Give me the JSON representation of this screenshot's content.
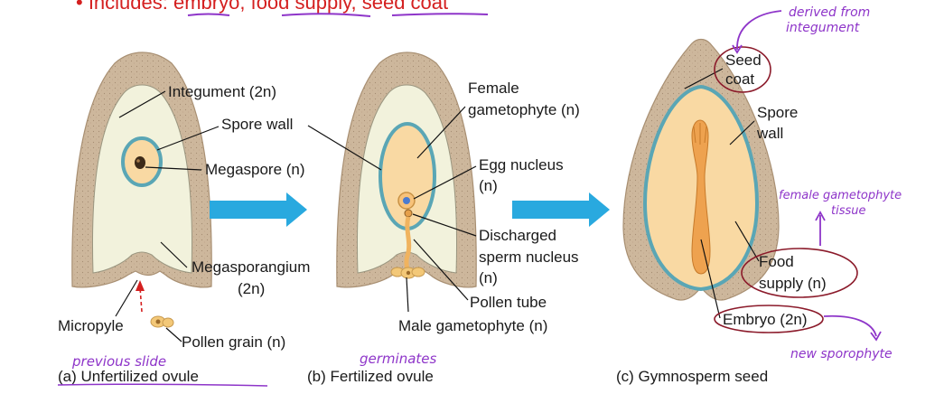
{
  "top_bullet": {
    "prefix": "• Includes: ",
    "items": [
      "embryo",
      "food supply",
      "seed coat"
    ],
    "separator": ", "
  },
  "panel_a": {
    "caption": "(a) Unfertilized ovule",
    "labels": {
      "integument": "Integument (2n)",
      "spore_wall": "Spore wall",
      "megaspore": "Megaspore (n)",
      "megasporangium_1": "Megasporangium",
      "megasporangium_2": "(2n)",
      "micropyle": "Micropyle",
      "pollen_grain": "Pollen grain (n)"
    },
    "annotation": "previous slide"
  },
  "panel_b": {
    "caption": "(b) Fertilized ovule",
    "labels": {
      "female_1": "Female",
      "female_2": "gametophyte (n)",
      "egg_1": "Egg nucleus",
      "egg_2": "(n)",
      "discharged_1": "Discharged",
      "discharged_2": "sperm nucleus",
      "discharged_3": "(n)",
      "pollen_tube": "Pollen tube",
      "male_gametophyte": "Male gametophyte (n)"
    },
    "annotation": "germinates"
  },
  "panel_c": {
    "caption": "(c) Gymnosperm seed",
    "labels": {
      "seed_coat_1": "Seed",
      "seed_coat_2": "coat",
      "spore_wall_1": "Spore",
      "spore_wall_2": "wall",
      "food_1": "Food",
      "food_2": "supply (n)",
      "embryo": "Embryo (2n)"
    },
    "annotations": {
      "derived_1": "derived from",
      "derived_2": "integument",
      "female_tissue_1": "female gametophyte",
      "female_tissue_2": "tissue",
      "new_sporophyte": "new sporophyte"
    }
  },
  "colors": {
    "integument": "#cdb79c",
    "integument_stroke": "#a88f72",
    "megasporangium": "#f2f2dc",
    "spore_wall": "#5aa6b5",
    "gametophyte": "#f9d9a3",
    "embryo": "#eea24f",
    "arrow": "#29a9df",
    "handwriting": "#8e35c9",
    "circle": "#8b1a2a",
    "bullet_text": "#d42020"
  }
}
